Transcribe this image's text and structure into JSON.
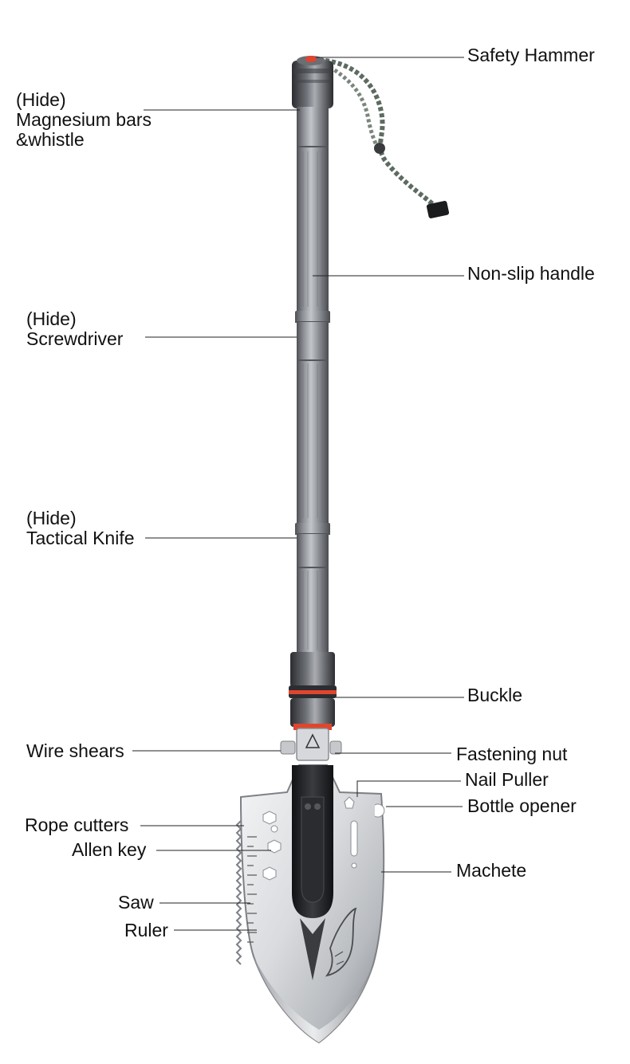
{
  "labels": {
    "safety_hammer": "Safety Hammer",
    "magnesium_hide": "(Hide)",
    "magnesium_line1": "Magnesium bars",
    "magnesium_line2": "&whistle",
    "non_slip_handle": "Non-slip handle",
    "screwdriver_hide": "(Hide)",
    "screwdriver": "Screwdriver",
    "knife_hide": "(Hide)",
    "tactical_knife": "Tactical Knife",
    "buckle": "Buckle",
    "wire_shears": "Wire shears",
    "fastening_nut": "Fastening nut",
    "nail_puller": "Nail Puller",
    "bottle_opener": "Bottle opener",
    "rope_cutters": "Rope cutters",
    "allen_key": "Allen key",
    "machete": "Machete",
    "saw": "Saw",
    "ruler": "Ruler"
  },
  "colors": {
    "handle_dark": "#5f6166",
    "handle_light": "#a3a6ab",
    "accent_red": "#e0452e",
    "blade_light": "#e9eaec",
    "blade_dark": "#8a8d92",
    "grip_black": "#1e1f22",
    "cord": "#5a6a5e"
  }
}
